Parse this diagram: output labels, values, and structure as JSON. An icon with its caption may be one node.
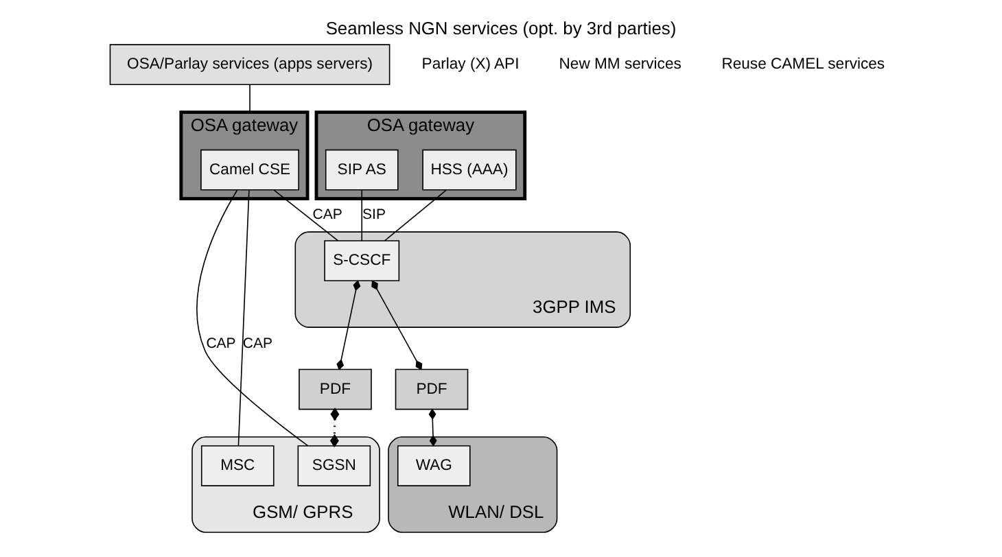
{
  "diagram": {
    "title": "Seamless NGN services (opt. by 3rd parties)",
    "nodes": [
      {
        "text": [
          "OSA/Parlay services (apps servers)"
        ]
      },
      {
        "text": [
          "OSA gateway"
        ]
      },
      {
        "text": [
          "SIP AS"
        ],
        "in": 1
      },
      {
        "text": [
          "HSS (AAA)"
        ],
        "in": 1
      },
      {
        "text": [
          "OSA gateway"
        ]
      },
      {
        "text": [
          "Camel CSE"
        ],
        "in": 4
      },
      {
        "text": [
          "3GPP IMS"
        ]
      },
      {
        "text": [
          "S-CSCF"
        ],
        "in": 6
      },
      {
        "text": [
          "PDF"
        ]
      },
      {
        "text": [
          "PDF"
        ]
      },
      {
        "text": [
          "GSM/ GPRS"
        ]
      },
      {
        "text": [
          "SGSN"
        ],
        "in": 10
      },
      {
        "text": [
          "MSC"
        ],
        "in": 10
      },
      {
        "text": [
          "WLAN/ DSL"
        ]
      },
      {
        "text": [
          "WAG"
        ],
        "in": 13
      }
    ],
    "edges": [
      {
        "from": 0,
        "to": 4,
        "arrow": "none"
      },
      {
        "from": 2,
        "to": 7,
        "arrow": "none",
        "label": "SIP"
      },
      {
        "from": 3,
        "to": 7,
        "arrow": "none"
      },
      {
        "from": 5,
        "to": 7,
        "arrow": "none",
        "label": "CAP"
      },
      {
        "from": 5,
        "to": 11,
        "arrow": "none",
        "label": "CAP"
      },
      {
        "from": 5,
        "to": 12,
        "arrow": "none",
        "label": "CAP"
      },
      {
        "from": 7,
        "to": 8,
        "arrow": "other"
      },
      {
        "from": 7,
        "to": 9,
        "arrow": "other"
      },
      {
        "from": 8,
        "to": 14,
        "arrow": "other"
      },
      {
        "from": 9,
        "to": 11,
        "arrow": "other",
        "style": "dashed"
      }
    ],
    "labels": [
      "Parlay (X) API",
      "New MM services",
      "Reuse CAMEL services"
    ]
  }
}
